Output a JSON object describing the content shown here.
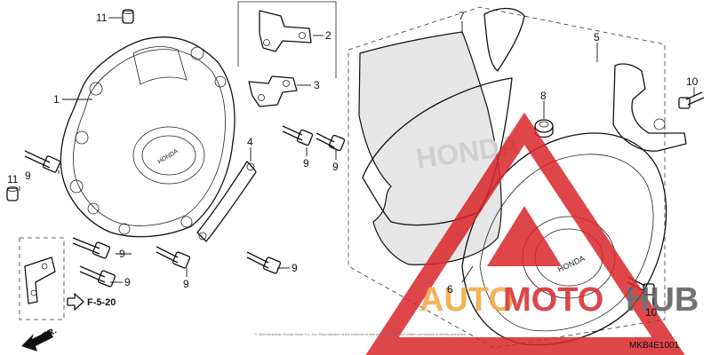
{
  "diagram": {
    "callouts": [
      {
        "id": "c1",
        "label": "1"
      },
      {
        "id": "c2",
        "label": "2"
      },
      {
        "id": "c3",
        "label": "3"
      },
      {
        "id": "c4",
        "label": "4"
      },
      {
        "id": "c5",
        "label": "5"
      },
      {
        "id": "c6",
        "label": "6"
      },
      {
        "id": "c7",
        "label": "7"
      },
      {
        "id": "c8",
        "label": "8"
      },
      {
        "id": "c9a",
        "label": "9"
      },
      {
        "id": "c9b",
        "label": "9"
      },
      {
        "id": "c9c",
        "label": "9"
      },
      {
        "id": "c9d",
        "label": "9"
      },
      {
        "id": "c9e",
        "label": "9"
      },
      {
        "id": "c9f",
        "label": "9"
      },
      {
        "id": "c9g",
        "label": "9"
      },
      {
        "id": "c10a",
        "label": "10"
      },
      {
        "id": "c10b",
        "label": "10"
      },
      {
        "id": "c11a",
        "label": "11"
      },
      {
        "id": "c11b",
        "label": "11"
      }
    ],
    "page_ref": "F-5-20",
    "front_arrow": "FR.",
    "part_code": "MKB4E1001",
    "cover_logo": "HONDA",
    "copyright": "© 2020 American Honda Motor Co., Inc. Reproduction of the contents of this publication without written permission is strictly prohibited."
  },
  "watermark": {
    "text_auto": "AUTO",
    "text_moto": "MOTO",
    "text_hub": "HUB",
    "colors": {
      "red": "#d9262a",
      "orange": "#f2a63a",
      "gray": "#595959"
    }
  }
}
